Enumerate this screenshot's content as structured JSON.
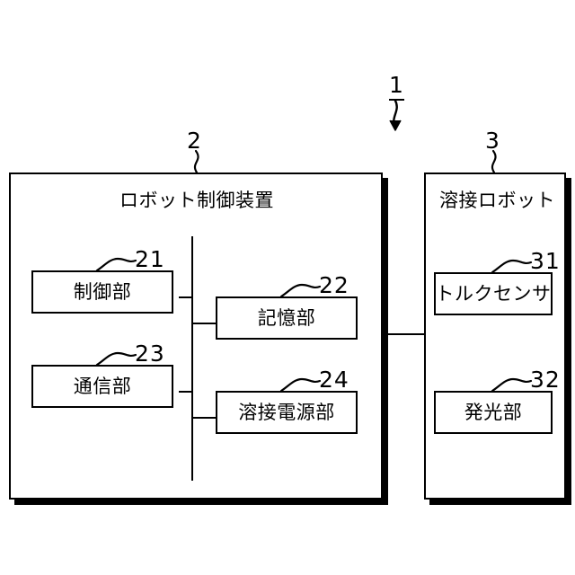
{
  "figure": {
    "title_block_1": {
      "ref": "1",
      "role": "system-overall-reference"
    },
    "robot_controller": {
      "ref": "2",
      "label": "ロボット制御装置",
      "modules": [
        {
          "ref": "21",
          "label": "制御部"
        },
        {
          "ref": "22",
          "label": "記憶部"
        },
        {
          "ref": "23",
          "label": "通信部"
        },
        {
          "ref": "24",
          "label": "溶接電源部"
        }
      ]
    },
    "welding_robot": {
      "ref": "3",
      "label": "溶接ロボット",
      "modules": [
        {
          "ref": "31",
          "label": "トルクセンサ"
        },
        {
          "ref": "32",
          "label": "発光部"
        }
      ]
    }
  },
  "colors": {
    "line": "#000000",
    "fill": "#ffffff",
    "shadow": "#000000"
  }
}
